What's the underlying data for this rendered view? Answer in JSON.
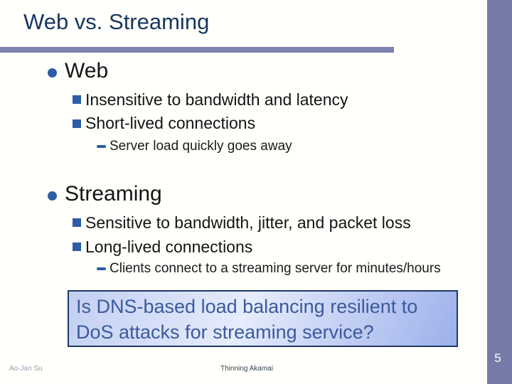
{
  "slide": {
    "title": "Web vs. Streaming",
    "page_number": "5",
    "footer": {
      "author": "Ao-Jan Su",
      "deck_title": "Thinning Akamai"
    }
  },
  "content": {
    "sections": [
      {
        "heading": "Web",
        "bullets": [
          {
            "text": "Insensitive to bandwidth and latency"
          },
          {
            "text": "Short-lived connections",
            "children": [
              {
                "text": "Server load quickly goes away"
              }
            ]
          }
        ]
      },
      {
        "heading": "Streaming",
        "bullets": [
          {
            "text": "Sensitive to bandwidth, jitter, and packet loss"
          },
          {
            "text": "Long-lived connections",
            "children": [
              {
                "text": "Clients connect to a streaming server for minutes/hours"
              }
            ]
          }
        ]
      }
    ]
  },
  "question_box": {
    "text": "Is DNS-based load balancing resilient to DoS attacks for streaming service?"
  },
  "colors": {
    "title_text": "#17375e",
    "accent_bar": "#7c81b0",
    "side_bar": "#767aa8",
    "bullet": "#2e5ca6",
    "body_text": "#141414",
    "box_border": "#1f3864",
    "box_text": "#3b5a9e",
    "box_bg_top": "#c2cff2",
    "box_bg_bottom": "#9cb0ea",
    "page_number_text": "#ffffff"
  }
}
